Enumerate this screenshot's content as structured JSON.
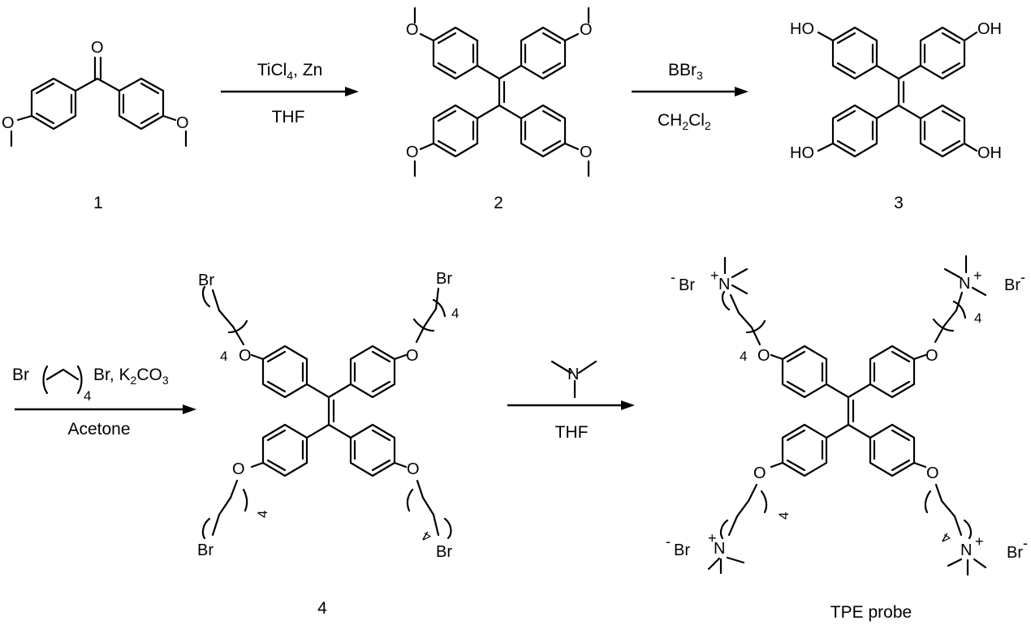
{
  "compounds": {
    "c1": {
      "label": "1"
    },
    "c2": {
      "label": "2"
    },
    "c3": {
      "label": "3"
    },
    "c4": {
      "label": "4"
    },
    "c5": {
      "label": "TPE probe"
    }
  },
  "atoms": {
    "O": "O",
    "OH": "OH",
    "HO": "HO",
    "Br": "Br",
    "N": "N",
    "plus": "+",
    "minus": "-",
    "repeat": "4"
  },
  "reactions": {
    "r1": {
      "reagent": "TiCl",
      "reagent_sub": "4",
      "reagent_tail": ", Zn",
      "solvent": "THF"
    },
    "r2": {
      "reagent": "BBr",
      "reagent_sub": "3",
      "solvent": "CH",
      "solvent_sub1": "2",
      "solvent_mid": "Cl",
      "solvent_sub2": "2"
    },
    "r3": {
      "reagent_pre": "Br",
      "reagent_repeat": "4",
      "reagent_mid": "Br, K",
      "reagent_sub1": "2",
      "reagent_mid2": "CO",
      "reagent_sub2": "3",
      "solvent": "Acetone"
    },
    "r4": {
      "solvent": "THF"
    }
  }
}
